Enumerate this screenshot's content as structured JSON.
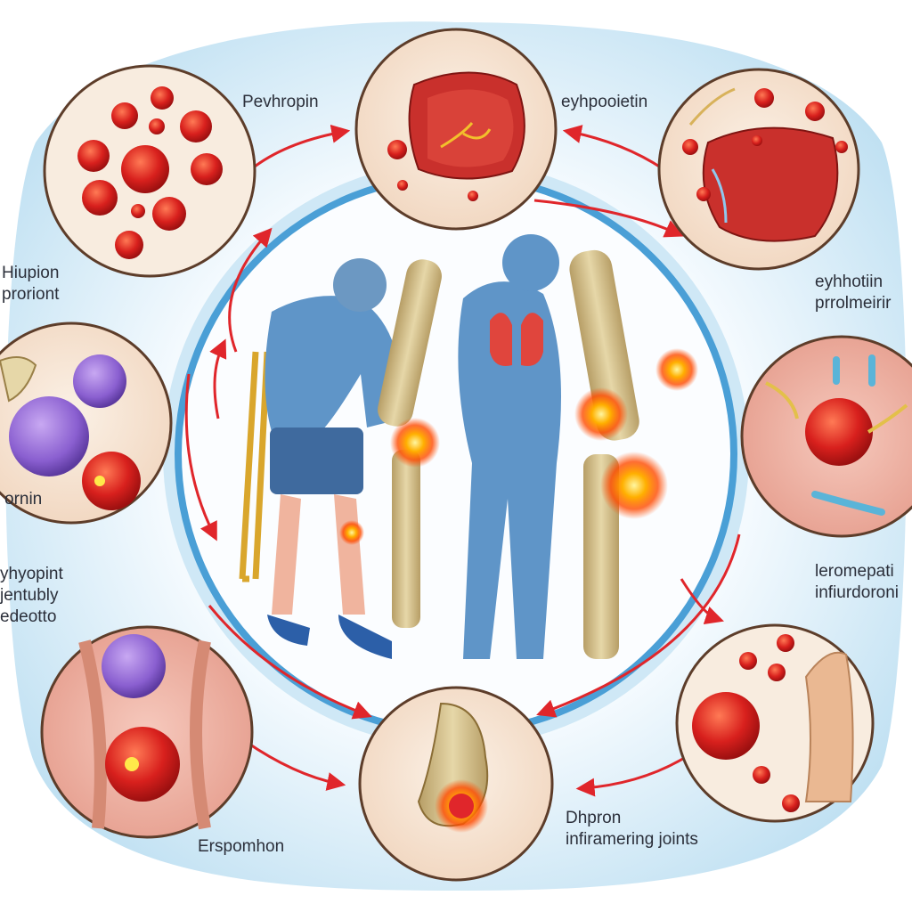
{
  "labels": {
    "top_left": "Pevhropin",
    "top_right": "eyhpooietin",
    "left_upper": [
      "Hiupion",
      "proriont"
    ],
    "right_upper": [
      "eyhhotiin",
      "prrolmeirir"
    ],
    "left_mid": "ornin",
    "left_lower": [
      "yhyopint",
      "jentubly",
      "edeotto"
    ],
    "right_lower": [
      "leromepati",
      "infiurdoroni"
    ],
    "bottom_left": "Erspomhon",
    "bottom_right": [
      "Dhpron",
      "infiramering joints"
    ]
  },
  "colors": {
    "background_band": "#bfe0f2",
    "ring": "#4a9fd6",
    "arrow": "#e0262b",
    "blood_cell": "#d8201d",
    "figure_skin": "#5f95c8",
    "bone": "#d9c89a",
    "inflammation": "#ff8a00"
  }
}
